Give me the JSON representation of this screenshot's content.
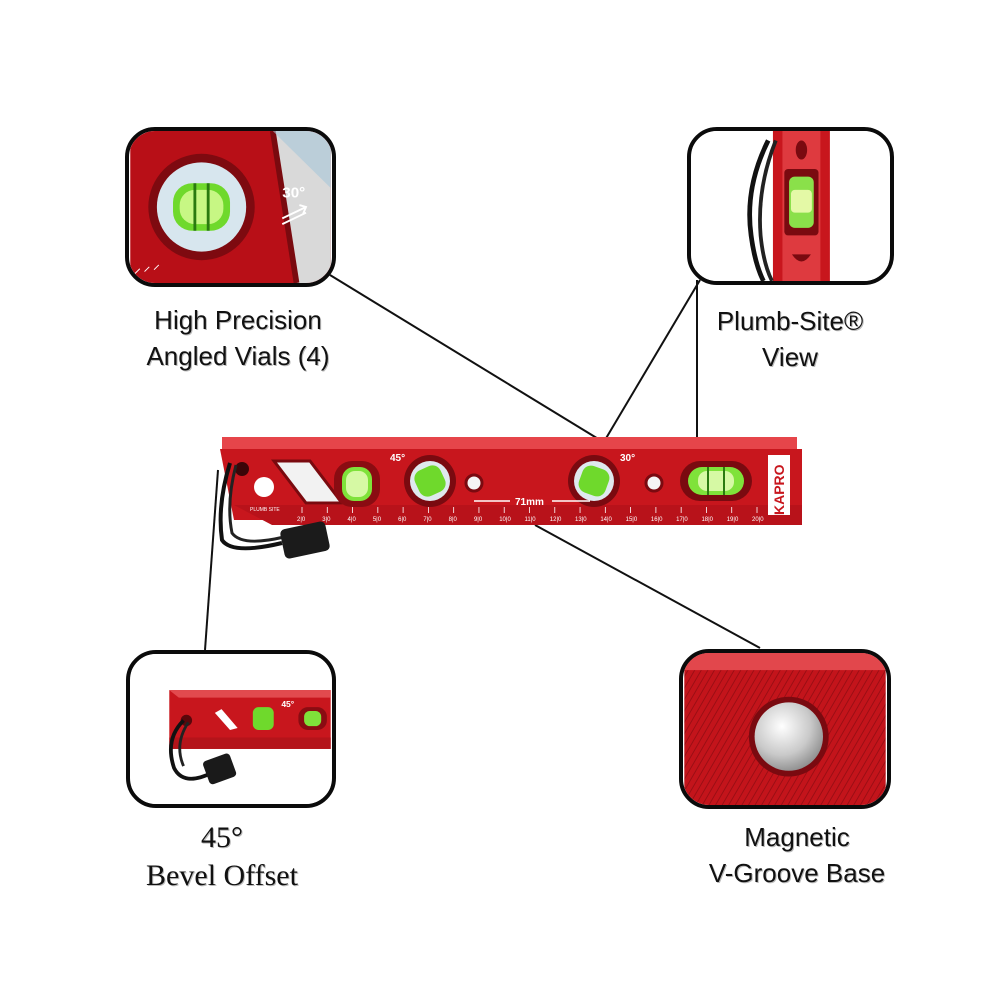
{
  "features": [
    {
      "lines": [
        "High Precision",
        "Angled Vials (4)"
      ]
    },
    {
      "lines": [
        "Plumb-Site®",
        "View"
      ]
    },
    {
      "lines": [
        "45°",
        "Bevel Offset"
      ]
    },
    {
      "lines": [
        "Magnetic",
        "V-Groove Base"
      ]
    }
  ],
  "level": {
    "brand": "KAPRO",
    "angle_marks": [
      "45°",
      "30°"
    ],
    "spacing_label": "71mm",
    "plumb_badge": "PLUMB SITE",
    "scale_ticks": [
      "2|0",
      "3|0",
      "4|0",
      "5|0",
      "6|0",
      "7|0",
      "8|0",
      "9|0",
      "10|0",
      "11|0",
      "12|0",
      "13|0",
      "14|0",
      "15|0",
      "16|0",
      "17|0",
      "18|0",
      "19|0",
      "20|0"
    ]
  },
  "callout_marks": {
    "precision_angle": "30°",
    "bevel_angle": "45°"
  },
  "colors": {
    "level_red": "#c8161d",
    "dark_red": "#8e0c12",
    "vial_green": "#7fe23a",
    "border": "#0b0b0b"
  }
}
